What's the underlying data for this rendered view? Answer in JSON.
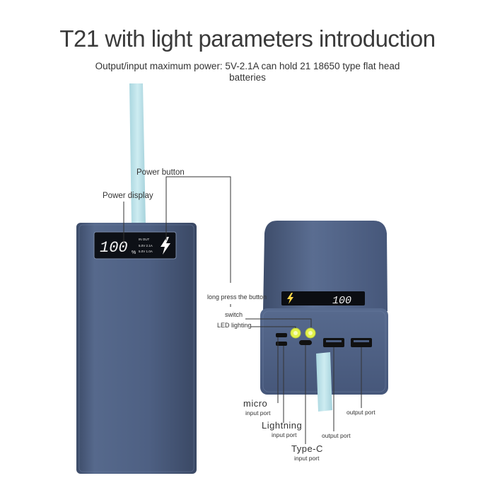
{
  "header": {
    "title": "T21 with light parameters introduction",
    "subtitle": "Output/input maximum power: 5V-2.1A can hold 21 18650 type flat head batteries"
  },
  "front_view": {
    "power_button_label": "Power button",
    "power_display_label": "Power display",
    "display_reading": "100",
    "display_unit": "%",
    "display_spec_lines": [
      "IN OUT",
      "5.0V 2.1A",
      "5.0V 1.0A"
    ]
  },
  "side_view": {
    "long_press_label": "long press the button",
    "switch_label": "switch",
    "led_label": "LED lighting",
    "display_reading": "100",
    "ports": [
      {
        "name": "micro",
        "kind": "input port"
      },
      {
        "name": "Lightning",
        "kind": "input port"
      },
      {
        "name": "Type-C",
        "kind": "input port"
      }
    ],
    "output_port_labels": [
      "output port",
      "output port"
    ]
  },
  "colors": {
    "body": "#4d5e7e",
    "body_dark": "#3b4a66",
    "lanyard": "#bfe3ea",
    "led": "#d8f03a"
  },
  "icons": [
    "lightning-bolt-icon",
    "led-lamp-icon",
    "usb-a-port-icon",
    "micro-usb-port-icon",
    "type-c-port-icon"
  ]
}
